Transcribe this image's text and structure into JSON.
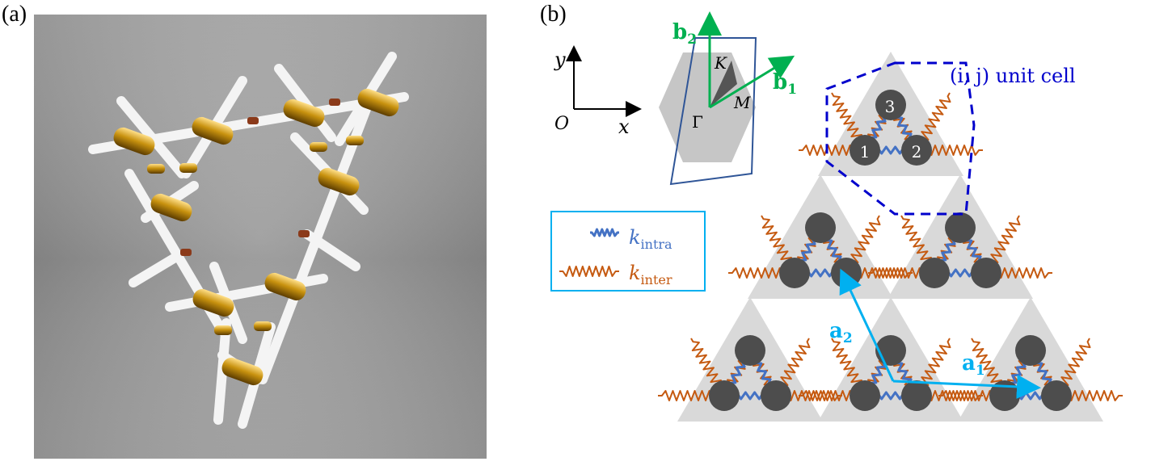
{
  "panel_a": {
    "tag": "(a)"
  },
  "panel_b": {
    "tag": "(b)",
    "axes": {
      "y": "y",
      "x": "x",
      "origin": "O"
    },
    "bz": {
      "K": "K",
      "M": "M",
      "Gamma": "Γ",
      "b1": "b",
      "b1_sub": "1",
      "b2": "b",
      "b2_sub": "2"
    },
    "unit_cell_label": "(i, j) unit cell",
    "site_labels": [
      "1",
      "2",
      "3"
    ],
    "legend": {
      "k_intra": "k",
      "k_intra_sub": "intra",
      "k_inter": "k",
      "k_inter_sub": "inter"
    },
    "lattice_vectors": {
      "a1": "a",
      "a1_sub": "1",
      "a2": "a",
      "a2_sub": "2"
    },
    "colors": {
      "intra_spring": "#4472c4",
      "inter_spring": "#c55a11",
      "node": "#4d4d4d",
      "triangle": "#d9d9d9",
      "b_vectors": "#00b050",
      "a_vectors": "#00b0f0",
      "unit_cell": "#0000cc",
      "bz_outline": "#2f5597"
    }
  }
}
